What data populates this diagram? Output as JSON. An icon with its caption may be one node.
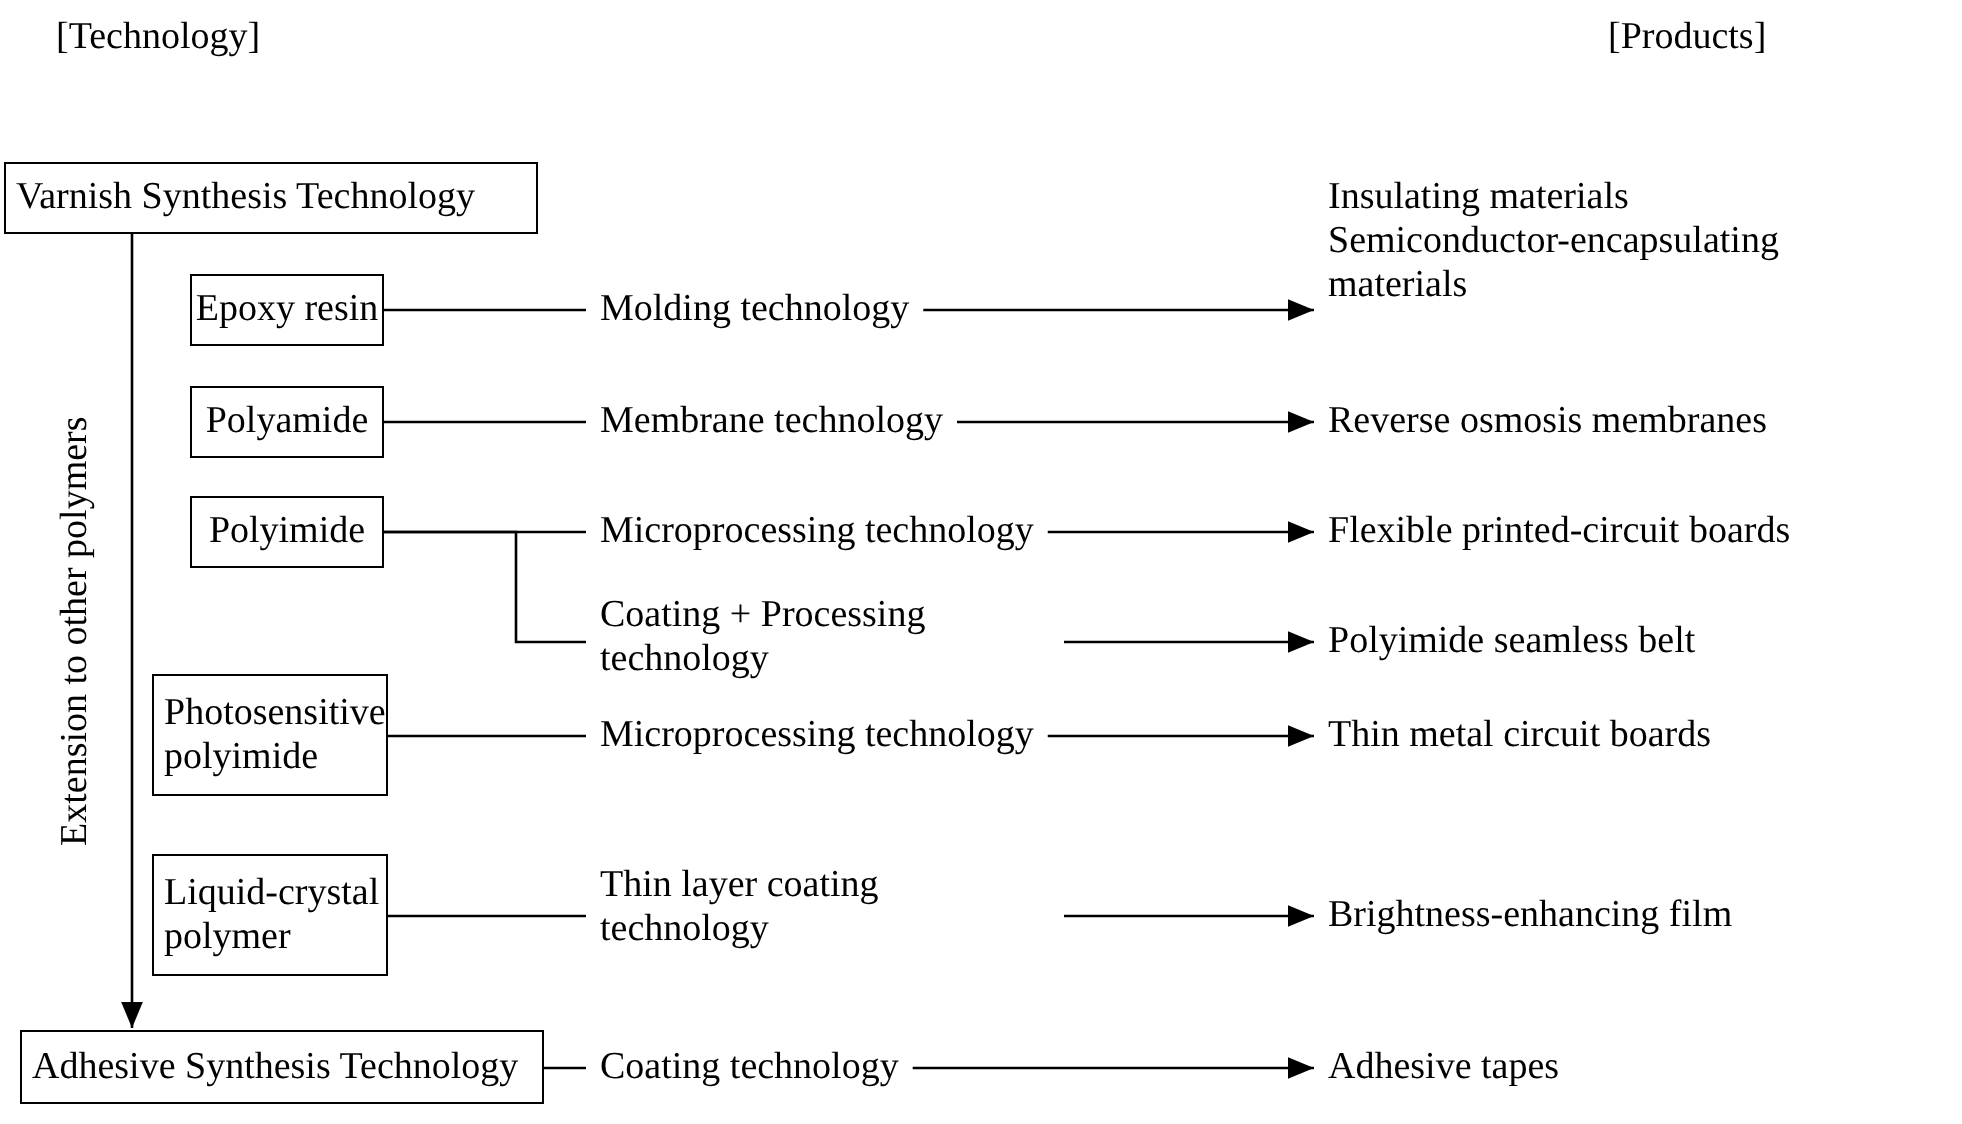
{
  "diagram": {
    "nodes": [
      {
        "text": [
          "Varnish Synthesis Technology"
        ]
      },
      {
        "text": [
          "Epoxy resin"
        ]
      },
      {
        "text": [
          "Molding technology"
        ]
      },
      {
        "text": [
          "Insulating materials Semiconductor-encapsulating materials"
        ]
      },
      {
        "text": [
          "Polyamide"
        ]
      },
      {
        "text": [
          "Membrane technology"
        ]
      },
      {
        "text": [
          "Reverse osmosis membranes"
        ]
      },
      {
        "text": [
          "Polyimide"
        ]
      },
      {
        "text": [
          "Microprocessing technology"
        ]
      },
      {
        "text": [
          "Flexible printed-circuit boards"
        ]
      },
      {
        "text": [
          "Coating + Processing technology"
        ]
      },
      {
        "text": [
          "Polyimide seamless belt"
        ]
      },
      {
        "text": [
          "Photosensitive polyimide"
        ]
      },
      {
        "text": [
          "Microprocessing technology"
        ]
      },
      {
        "text": [
          "Thin metal circuit boards"
        ]
      },
      {
        "text": [
          "Liquid-crystal polymer"
        ]
      },
      {
        "text": [
          "Thin layer coating technology"
        ]
      },
      {
        "text": [
          "Brightness-enhancing film"
        ]
      },
      {
        "text": [
          "Adhesive Synthesis Technology"
        ]
      },
      {
        "text": [
          "Coating technology"
        ]
      },
      {
        "text": [
          "Adhesive tapes"
        ]
      }
    ],
    "edges": [
      {
        "from": 0,
        "to": 18,
        "arrow": "to",
        "label": "Extension to other polymers"
      },
      {
        "from": 1,
        "to": 2,
        "arrow": "none"
      },
      {
        "from": 2,
        "to": 3,
        "arrow": "to"
      },
      {
        "from": 4,
        "to": 5,
        "arrow": "none"
      },
      {
        "from": 5,
        "to": 6,
        "arrow": "to"
      },
      {
        "from": 7,
        "to": 8,
        "arrow": "none"
      },
      {
        "from": 7,
        "to": 10,
        "arrow": "none"
      },
      {
        "from": 8,
        "to": 9,
        "arrow": "to"
      },
      {
        "from": 10,
        "to": 11,
        "arrow": "to"
      },
      {
        "from": 12,
        "to": 13,
        "arrow": "none"
      },
      {
        "from": 13,
        "to": 14,
        "arrow": "to"
      },
      {
        "from": 15,
        "to": 16,
        "arrow": "none"
      },
      {
        "from": 16,
        "to": 17,
        "arrow": "to"
      },
      {
        "from": 18,
        "to": 19,
        "arrow": "none"
      },
      {
        "from": 19,
        "to": 20,
        "arrow": "to"
      }
    ],
    "labels": [
      "[Technology]",
      "[Products]"
    ]
  }
}
